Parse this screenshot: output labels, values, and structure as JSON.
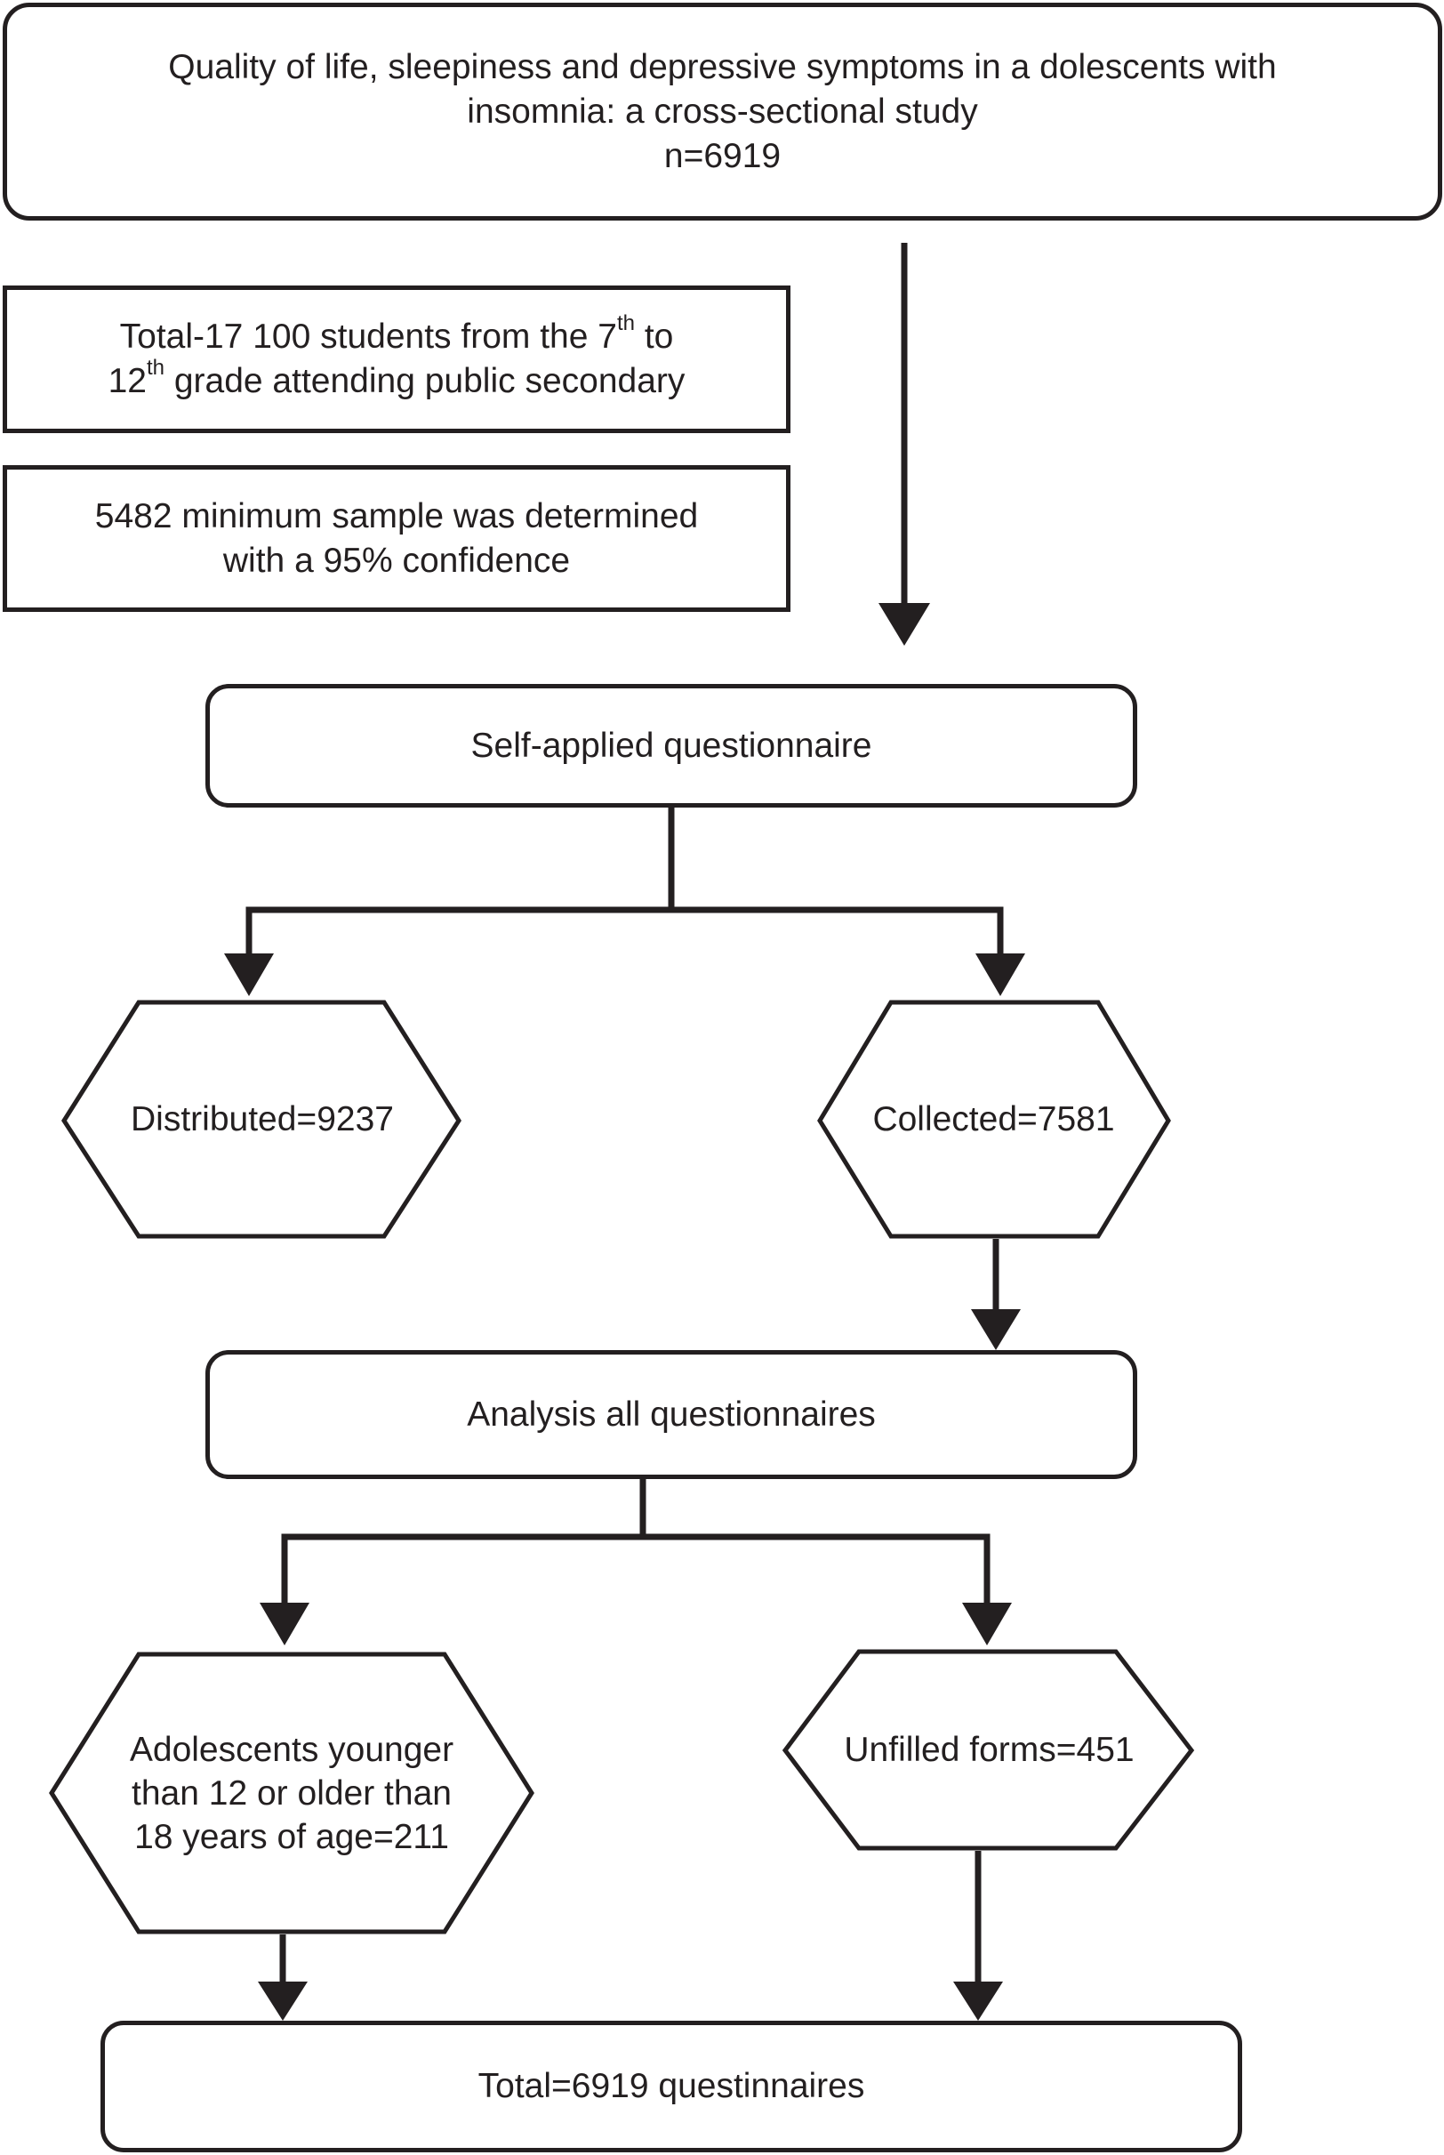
{
  "title_box": {
    "line1": "Quality of life, sleepiness and depressive symptoms in a dolescents with",
    "line2": "insomnia: a cross-sectional study",
    "line3": "n=6919"
  },
  "population_box": {
    "part1": "Total-17 100 students from the 7",
    "sup1": "th",
    "part2": " to",
    "part3": "12",
    "sup2": "th",
    "part4": " grade attending public secondary"
  },
  "sample_box": {
    "line1": "5482 minimum sample was determined",
    "line2": "with a 95% confidence"
  },
  "questionnaire_box": "Self-applied questionnaire",
  "distributed": "Distributed=9237",
  "collected": "Collected=7581",
  "analysis_box": "Analysis all questionnaires",
  "excluded_age": {
    "line1": "Adolescents younger",
    "line2": "than 12 or older than",
    "line3": "18 years of age=211"
  },
  "unfilled": "Unfilled forms=451",
  "total_box": "Total=6919 questinnaires",
  "colors": {
    "stroke": "#231f20",
    "background": "#ffffff"
  }
}
